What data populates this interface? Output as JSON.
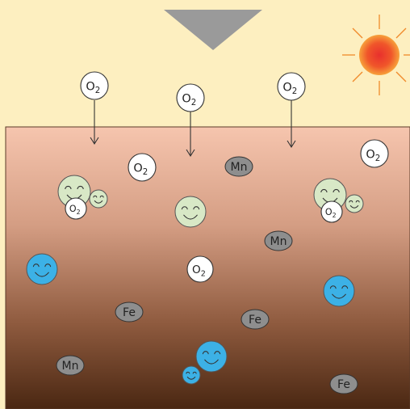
{
  "colors": {
    "background": "#fdefc0",
    "soil_top": "#f6c3ac",
    "soil_bottom": "#4f2a14",
    "sun_core": "#e9332f",
    "sun_rays": "#f08a2a",
    "arrow": "#999999",
    "microbe_green": "#d6e8c4",
    "microbe_blue": "#3bb0e6",
    "mineral": "#8c8c8c"
  },
  "oxygen": {
    "symbol": "O",
    "subscript": "2"
  },
  "minerals": [
    {
      "label": "Mn"
    },
    {
      "label": "Mn"
    },
    {
      "label": "Mn"
    },
    {
      "label": "Fe"
    },
    {
      "label": "Fe"
    },
    {
      "label": "Fe"
    }
  ],
  "icons": [
    "sun-icon",
    "down-arrow-icon",
    "aerobic-microbe-icon",
    "anaerobic-microbe-icon"
  ]
}
